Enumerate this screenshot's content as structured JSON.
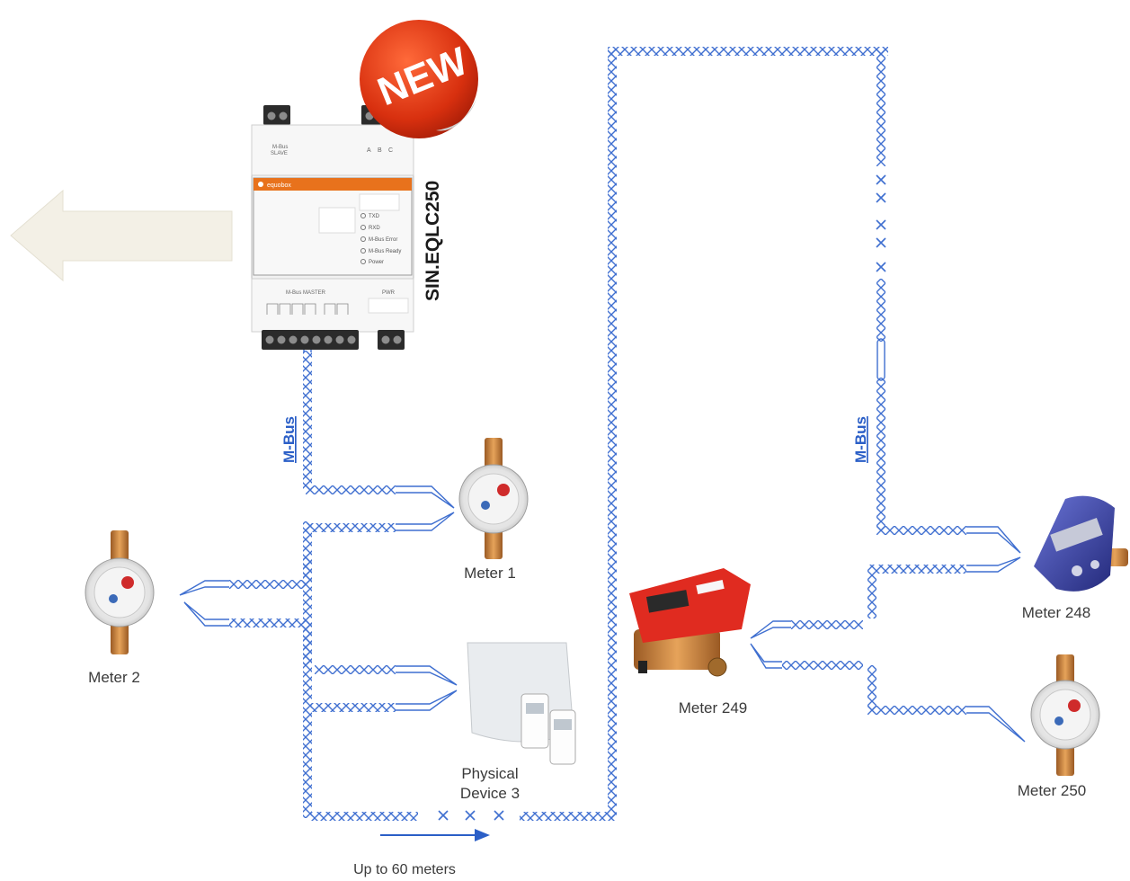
{
  "device": {
    "model": "SIN.EQLC250",
    "brand": "equobox",
    "new_badge": "NEW",
    "slave_label": "M-Bus\nSLAVE",
    "slave_label_line1": "M-Bus",
    "slave_label_line2": "SLAVE",
    "abc_labels": [
      "A",
      "B",
      "C"
    ],
    "leds": [
      "TXD",
      "RXD",
      "M-Bus Error",
      "M-Bus Ready",
      "Power"
    ],
    "master_label": "M-Bus MASTER",
    "pwr_label": "PWR"
  },
  "bus_labels": [
    "M-Bus",
    "M-Bus"
  ],
  "meters": {
    "meter1": "Meter 1",
    "meter2": "Meter 2",
    "device3_line1": "Physical",
    "device3_line2": "Device 3",
    "meter248": "Meter 248",
    "meter249": "Meter 249",
    "meter250": "Meter 250"
  },
  "distance_note": "Up to 60 meters",
  "colors": {
    "wire": "#3f6fd0",
    "arrow": "#f2efe4",
    "arrow_stroke": "#e6e2d3",
    "device_orange": "#e8721c",
    "badge_red": "#e23a1a",
    "distance_arrow": "#2b5fc7"
  }
}
